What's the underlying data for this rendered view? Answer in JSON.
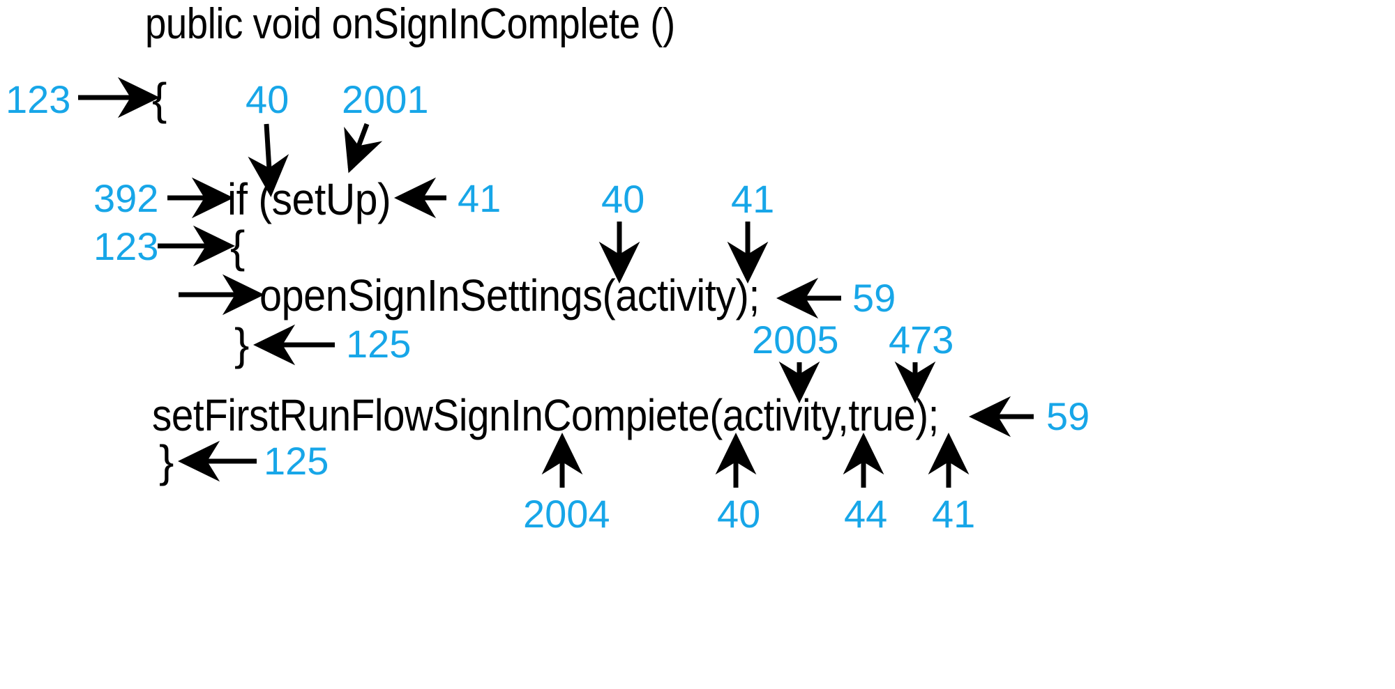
{
  "figure": {
    "kind": "code-token-annotation-diagram",
    "background_color": "#ffffff",
    "code_color": "#000000",
    "token_color": "#17a6e8"
  },
  "code_lines": [
    {
      "id": "signature",
      "text": "public void onSignInComplete ()"
    },
    {
      "id": "open-brace-outer",
      "text": "{"
    },
    {
      "id": "if-statement",
      "text": "if (setUp)"
    },
    {
      "id": "open-brace-inner",
      "text": "{"
    },
    {
      "id": "open-settings-call",
      "text": "openSignInSettings(activity);"
    },
    {
      "id": "close-brace-inner",
      "text": "}"
    },
    {
      "id": "set-first-run-call",
      "text": "setFirstRunFlowSignInCompiete(activity,true);"
    },
    {
      "id": "close-brace-outer",
      "text": "}"
    }
  ],
  "tokens": [
    {
      "id": "t1",
      "value": "123",
      "target": "open-brace-outer",
      "direction": "right"
    },
    {
      "id": "t2",
      "value": "40",
      "target": "if-open-paren",
      "direction": "down"
    },
    {
      "id": "t3",
      "value": "2001",
      "target": "if-setup-identifier",
      "direction": "down-left"
    },
    {
      "id": "t4",
      "value": "392",
      "target": "if-keyword",
      "direction": "right"
    },
    {
      "id": "t5",
      "value": "41",
      "target": "if-close-paren",
      "direction": "left"
    },
    {
      "id": "t6",
      "value": "123",
      "target": "open-brace-inner",
      "direction": "right"
    },
    {
      "id": "t7",
      "value": "40",
      "target": "call-open-paren",
      "direction": "down"
    },
    {
      "id": "t8",
      "value": "41",
      "target": "call-close-paren",
      "direction": "down"
    },
    {
      "id": "t9",
      "value": "59",
      "target": "call-semicolon",
      "direction": "left"
    },
    {
      "id": "t10",
      "value": "125",
      "target": "close-brace-inner",
      "direction": "left"
    },
    {
      "id": "t11",
      "value": "2005",
      "target": "activity-arg-1",
      "direction": "down"
    },
    {
      "id": "t12",
      "value": "473",
      "target": "true-literal",
      "direction": "down"
    },
    {
      "id": "t13",
      "value": "59",
      "target": "set-call-semicolon",
      "direction": "left"
    },
    {
      "id": "t14",
      "value": "125",
      "target": "close-brace-outer",
      "direction": "left"
    },
    {
      "id": "t15",
      "value": "2004",
      "target": "set-method-name",
      "direction": "up"
    },
    {
      "id": "t16",
      "value": "40",
      "target": "set-open-paren",
      "direction": "up"
    },
    {
      "id": "t17",
      "value": "44",
      "target": "comma-separator",
      "direction": "up"
    },
    {
      "id": "t18",
      "value": "41",
      "target": "set-close-paren",
      "direction": "up"
    }
  ]
}
